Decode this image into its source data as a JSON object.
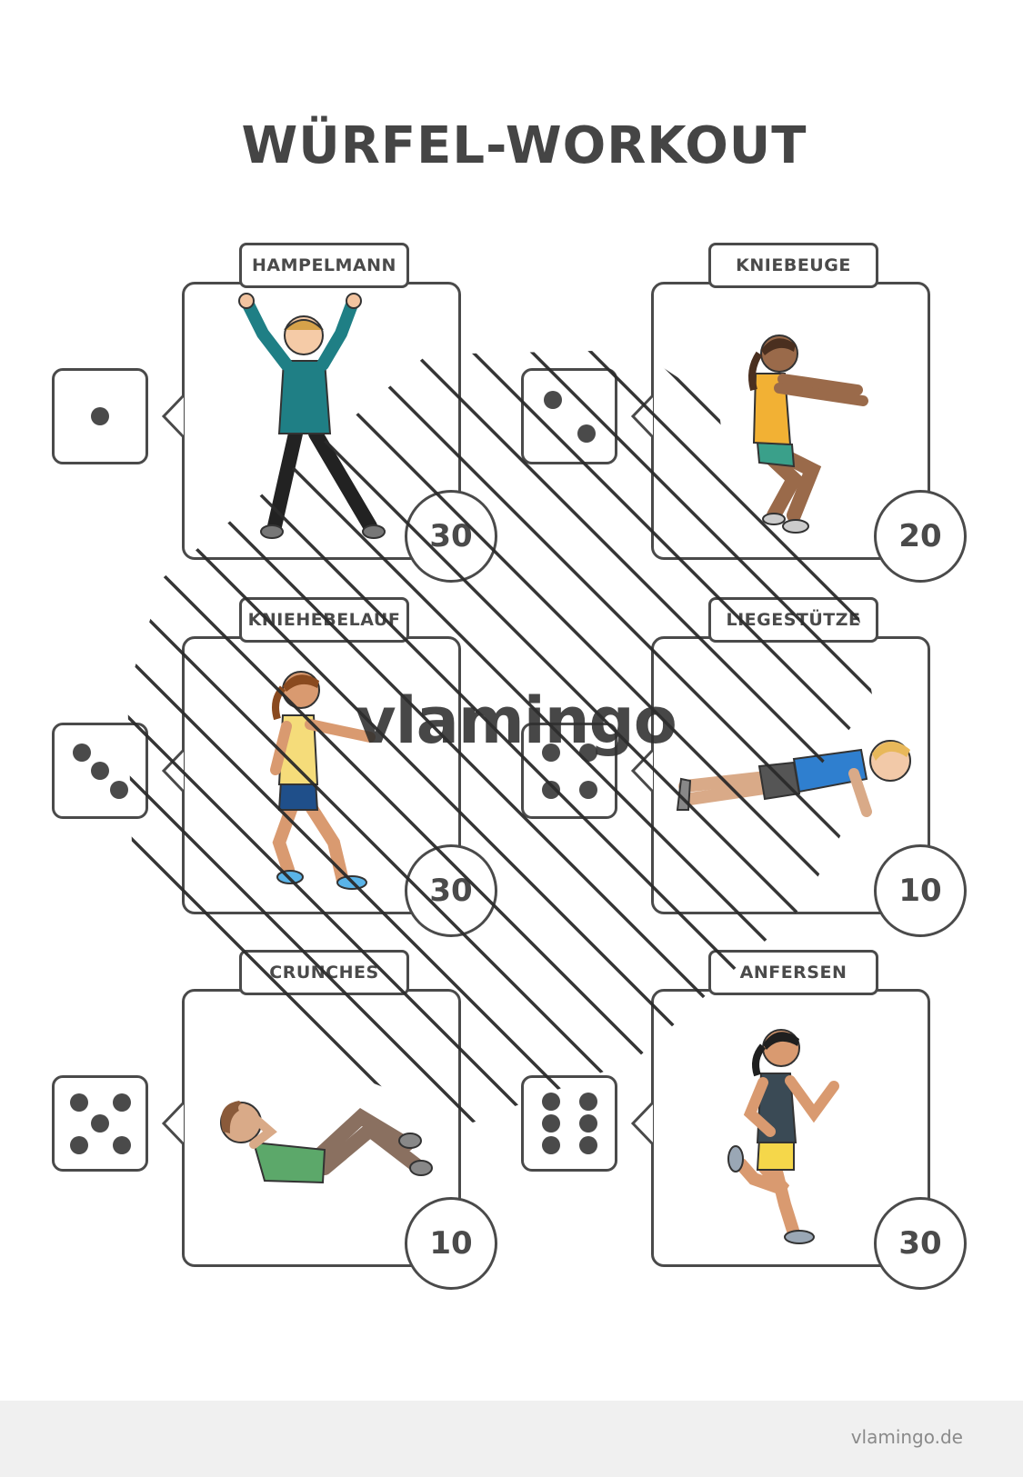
{
  "title": "WÜRFEL-WORKOUT",
  "watermark": "vlamingo",
  "footer": {
    "site": "vlamingo.de"
  },
  "colors": {
    "ink": "#4a4a4a",
    "footer_bg": "#f0f0f0"
  },
  "exercises": [
    {
      "name": "HAMPELMANN",
      "reps": "30",
      "die": 1,
      "icon": "jumping-jack-figure"
    },
    {
      "name": "KNIEBEUGE",
      "reps": "20",
      "die": 2,
      "icon": "squat-figure"
    },
    {
      "name": "KNIEHEBELAUF",
      "reps": "30",
      "die": 3,
      "icon": "high-knees-figure"
    },
    {
      "name": "LIEGESTÜTZE",
      "reps": "10",
      "die": 4,
      "icon": "pushup-figure"
    },
    {
      "name": "CRUNCHES",
      "reps": "10",
      "die": 5,
      "icon": "crunch-figure"
    },
    {
      "name": "ANFERSEN",
      "reps": "30",
      "die": 6,
      "icon": "butt-kick-figure"
    }
  ]
}
